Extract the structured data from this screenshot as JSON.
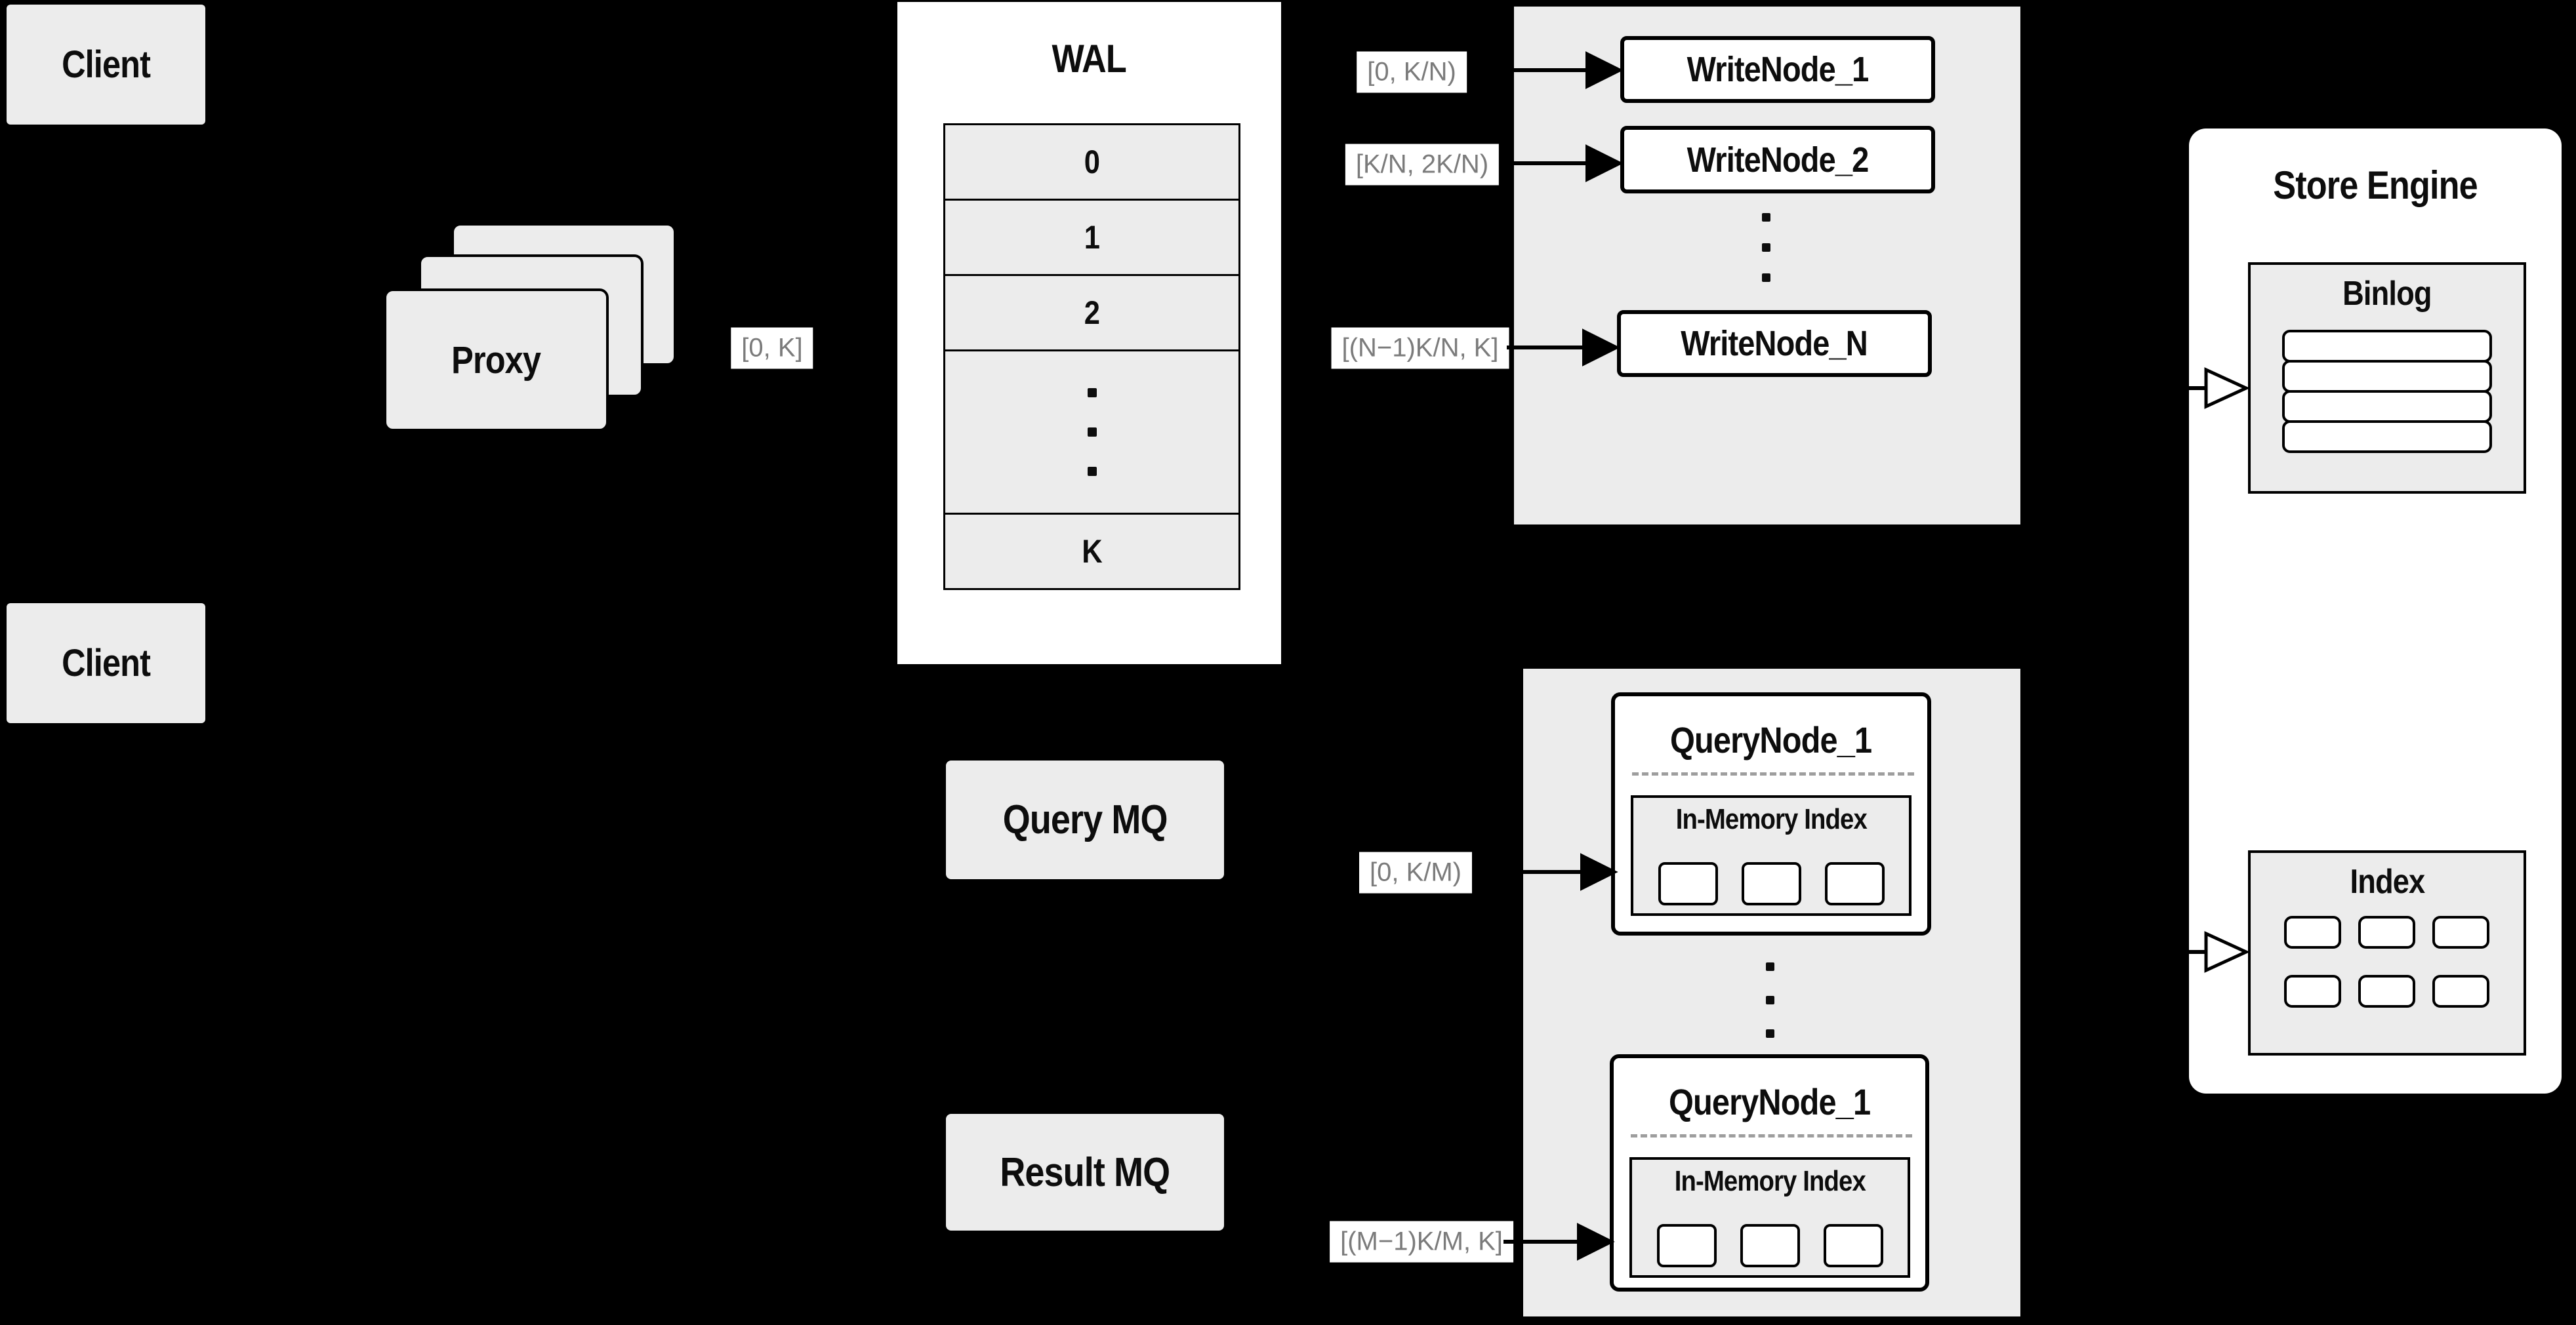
{
  "colors": {
    "background": "#000000",
    "panel": "#ffffff",
    "node_fill": "#ececec",
    "border": "#000000",
    "range_label_text": "#7b7b7b",
    "dashed_line": "#9e9e9e"
  },
  "clients": {
    "top": "Client",
    "bottom": "Client"
  },
  "proxy": {
    "label": "Proxy"
  },
  "wal": {
    "title": "WAL",
    "rows": [
      "0",
      "1",
      "2"
    ],
    "bottom_row": "K"
  },
  "range_labels": {
    "proxy_to_wal": "[0, K]",
    "to_write_node_1": "[0,  K/N)",
    "to_write_node_2": "[K/N, 2K/N)",
    "to_write_node_n": "[(N−1)K/N,  K]",
    "to_query_node_1": "[0, K/M)",
    "to_query_node_2": "[(M−1)K/M, K]"
  },
  "write_nodes": {
    "node_1": "WriteNode_1",
    "node_2": "WriteNode_2",
    "node_n": "WriteNode_N"
  },
  "mq": {
    "query": "Query MQ",
    "result": "Result MQ"
  },
  "query_nodes": {
    "node_1": {
      "title": "QueryNode_1",
      "inner": "In-Memory Index"
    },
    "node_2": {
      "title": "QueryNode_1",
      "inner": "In-Memory Index"
    }
  },
  "store_engine": {
    "title": "Store Engine",
    "binlog": "Binlog",
    "index": "Index"
  }
}
